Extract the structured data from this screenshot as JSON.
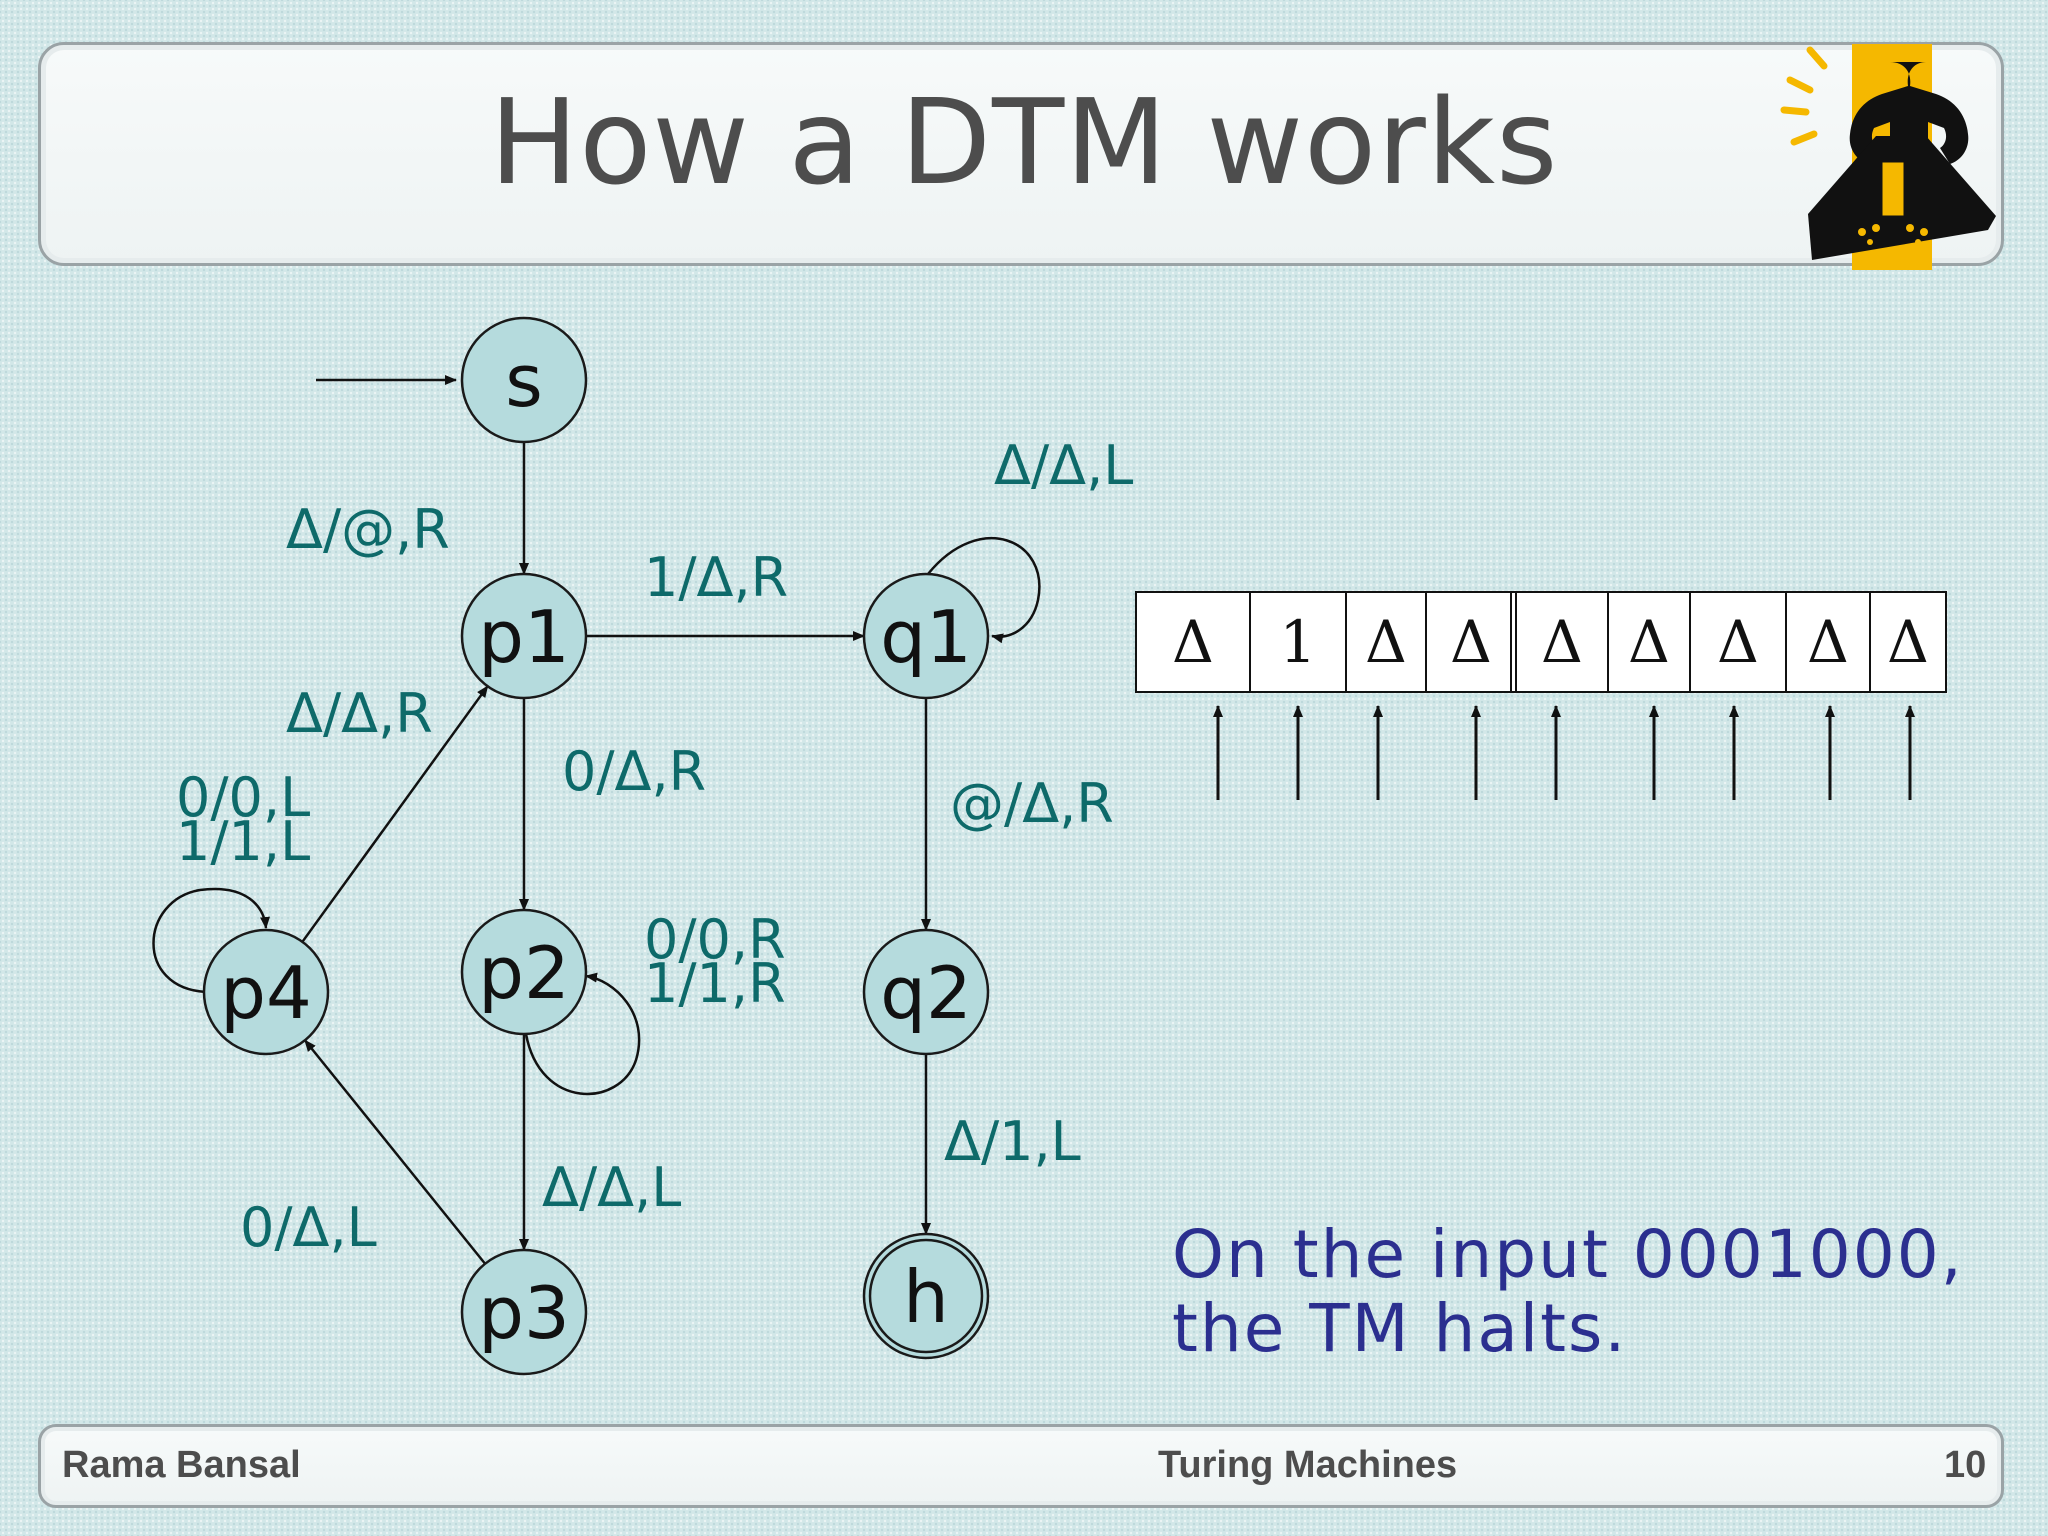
{
  "title": "How a DTM works",
  "colors": {
    "state_fill": "#b5dbdd",
    "state_stroke": "#1a1a1a",
    "label_color": "#0e6a6a",
    "caption_color": "#2b2f8f",
    "logo_yellow": "#f5b800"
  },
  "logo": {
    "icon": "hammer-strongman-logo-icon"
  },
  "diagram": {
    "states": [
      {
        "id": "s",
        "label": "s",
        "accepting": false,
        "start": true
      },
      {
        "id": "p1",
        "label": "p1",
        "accepting": false
      },
      {
        "id": "q1",
        "label": "q1",
        "accepting": false
      },
      {
        "id": "p4",
        "label": "p4",
        "accepting": false
      },
      {
        "id": "p2",
        "label": "p2",
        "accepting": false
      },
      {
        "id": "q2",
        "label": "q2",
        "accepting": false
      },
      {
        "id": "p3",
        "label": "p3",
        "accepting": false
      },
      {
        "id": "h",
        "label": "h",
        "accepting": true
      }
    ],
    "transitions": [
      {
        "from": "s",
        "to": "p1",
        "label": "Δ/@,R"
      },
      {
        "from": "p1",
        "to": "q1",
        "label": "1/Δ,R"
      },
      {
        "from": "q1",
        "to": "q1",
        "label": "Δ/Δ,L"
      },
      {
        "from": "p1",
        "to": "p2",
        "label": "0/Δ,R"
      },
      {
        "from": "q1",
        "to": "q2",
        "label": "@/Δ,R"
      },
      {
        "from": "p4",
        "to": "p1",
        "label": "Δ/Δ,R"
      },
      {
        "from": "p4",
        "to": "p4",
        "label_lines": [
          "0/0,L",
          "1/1,L"
        ]
      },
      {
        "from": "p2",
        "to": "p2",
        "label_lines": [
          "0/0,R",
          "1/1,R"
        ]
      },
      {
        "from": "p2",
        "to": "p3",
        "label": "Δ/Δ,L"
      },
      {
        "from": "q2",
        "to": "h",
        "label": "Δ/1,L"
      },
      {
        "from": "p3",
        "to": "p4",
        "label": "0/Δ,L"
      }
    ]
  },
  "tape": {
    "cells": [
      "Δ",
      "1",
      "Δ",
      "Δ",
      "Δ",
      "Δ",
      "Δ",
      "Δ",
      "Δ"
    ],
    "head_marks": 9
  },
  "caption": {
    "line1": "On the input 0001000,",
    "line2": "the TM halts."
  },
  "footer": {
    "author": "Rama Bansal",
    "course": "Turing Machines",
    "page": "10"
  }
}
